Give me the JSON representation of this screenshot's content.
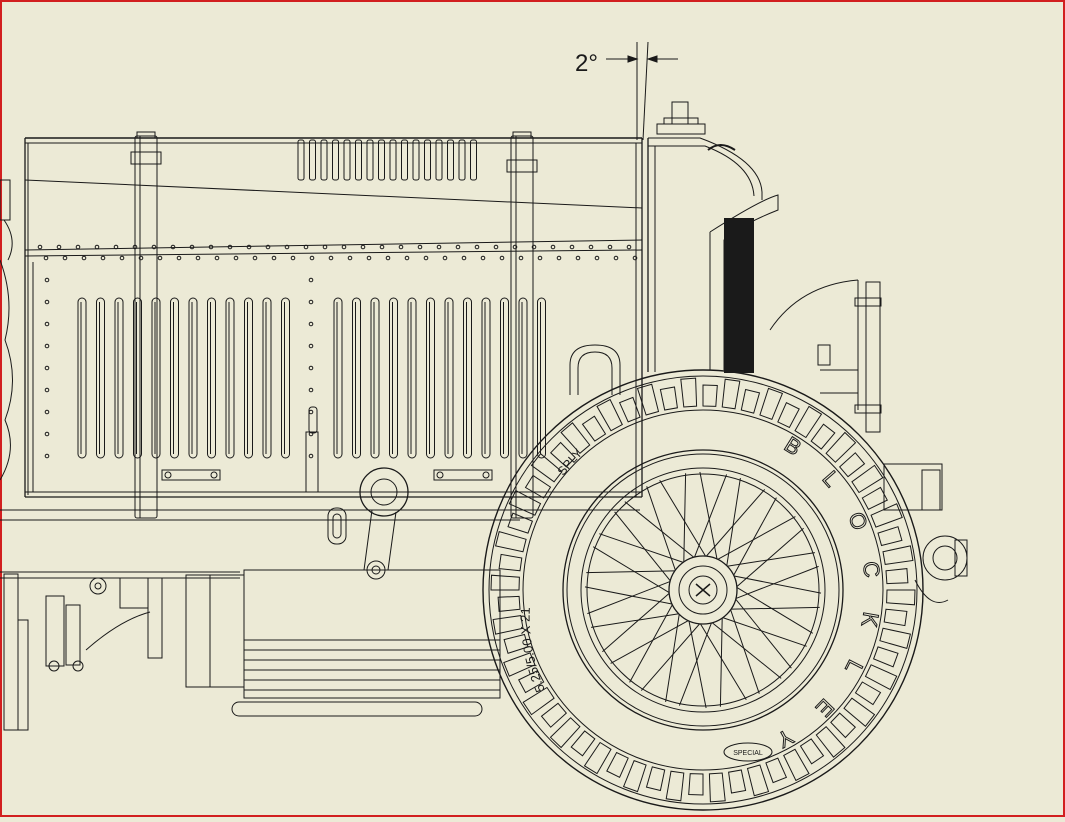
{
  "colors": {
    "sheet": "#ecead6",
    "line": "#1a1a1a",
    "frame": "#d21f1f"
  },
  "dimension": {
    "angle_label": "2°"
  },
  "tyre": {
    "size_text": "5.25/5.00 X 21",
    "tread_brand": "BLOCKLEY",
    "ply_text": "SPLY",
    "hub_badge": "SPECIAL"
  }
}
